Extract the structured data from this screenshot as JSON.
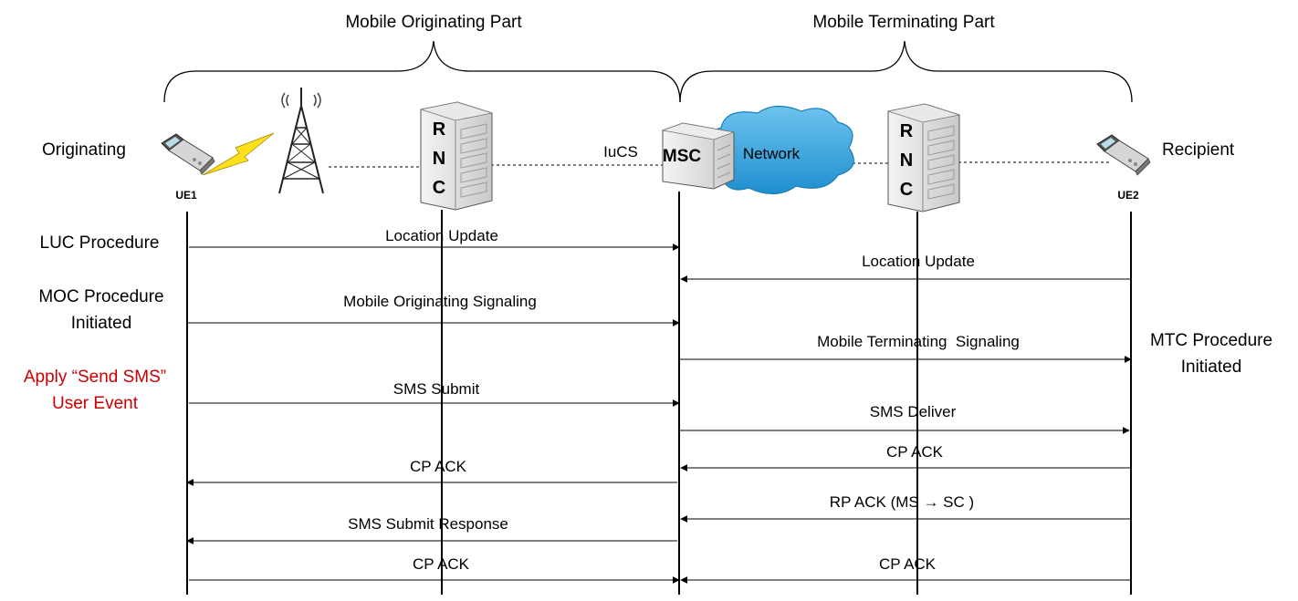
{
  "parts": {
    "originating": "Mobile Originating Part",
    "terminating": "Mobile Terminating Part"
  },
  "endpoints": {
    "originating": "Originating",
    "recipient": "Recipient",
    "ue1": "UE1",
    "ue2": "UE2"
  },
  "nodes": {
    "rnc_letters": [
      "R",
      "N",
      "C"
    ],
    "msc": "MSC",
    "network": "Network",
    "iucs": "IuCS"
  },
  "procedures": {
    "luc": "LUC Procedure",
    "moc_line1": "MOC Procedure",
    "moc_line2": "Initiated",
    "apply_line1": "Apply “Send SMS”",
    "apply_line2": "User Event",
    "mtc_line1": "MTC Procedure",
    "mtc_line2": "Initiated"
  },
  "messages": {
    "left": [
      "Location Update",
      "Mobile Originating Signaling",
      "SMS Submit",
      "CP ACK",
      "SMS Submit Response",
      "CP ACK"
    ],
    "right": [
      "Location Update",
      "Mobile Terminating  Signaling",
      "SMS Deliver",
      "CP ACK",
      "RP ACK (MS → SC )",
      "CP ACK"
    ]
  },
  "colors": {
    "highlight": "#cc0000",
    "cloud": "#2e9fd8",
    "line": "#000000"
  },
  "icons": [
    "flip-phone-icon",
    "cell-tower-icon",
    "lightning-icon",
    "rnc-server-icon",
    "msc-server-icon",
    "network-cloud-icon"
  ]
}
